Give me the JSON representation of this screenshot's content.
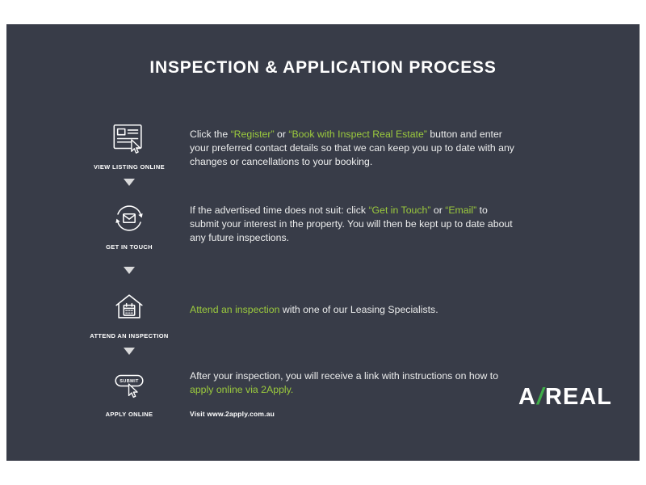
{
  "page": {
    "title": "INSPECTION & APPLICATION PROCESS",
    "background": "#383c48",
    "accent_green": "#9ccb3d"
  },
  "steps": [
    {
      "icon": "view-listing-online",
      "label": "VIEW LISTING ONLINE",
      "segments": [
        {
          "t": "Click the "
        },
        {
          "t": "“Register”",
          "green": true
        },
        {
          "t": " or "
        },
        {
          "t": "“Book with Inspect Real Estate”",
          "green": true
        },
        {
          "t": " button and enter your preferred contact details so that we can keep you up to date with any changes or cancellations to your booking."
        }
      ]
    },
    {
      "icon": "get-in-touch",
      "label": "GET IN TOUCH",
      "segments": [
        {
          "t": "If the advertised time does not suit: click "
        },
        {
          "t": "“Get in Touch”",
          "green": true
        },
        {
          "t": " or "
        },
        {
          "t": "“Email”",
          "green": true
        },
        {
          "t": " to submit your interest in the property. You will then be kept up to date about any future inspections."
        }
      ]
    },
    {
      "icon": "attend-an-inspection",
      "label": "ATTEND AN INSPECTION",
      "segments": [
        {
          "t": "Attend an inspection",
          "green": true
        },
        {
          "t": " with one of our Leasing Specialists."
        }
      ]
    },
    {
      "icon": "apply-online",
      "label": "APPLY ONLINE",
      "icon_text": "SUBMIT",
      "segments": [
        {
          "t": "After your inspection, you will receive a link with instructions on how to "
        },
        {
          "t": "apply online via 2Apply.",
          "green": true
        }
      ],
      "note": "Visit www.2apply.com.au"
    }
  ],
  "logo": {
    "a": "A",
    "slash": "/",
    "real": "REAL",
    "slash_color": "#3fae49"
  }
}
